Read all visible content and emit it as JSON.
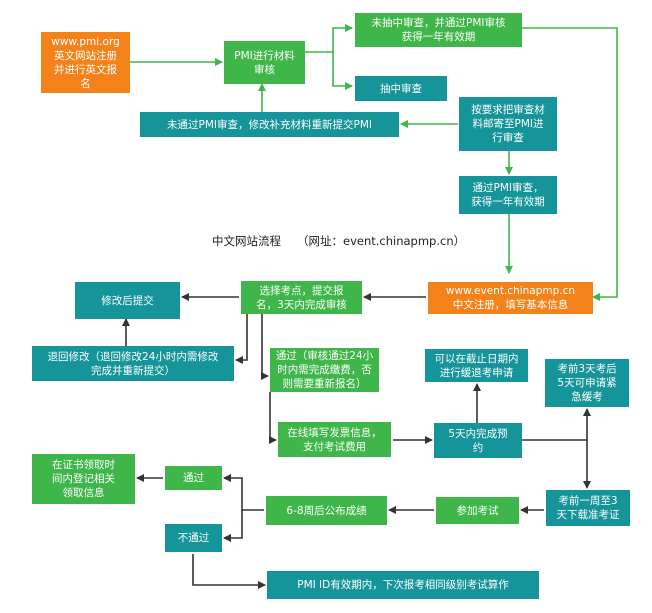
{
  "nodes": {
    "pmi_site": "www.pmi.org\n英文网站注册\n并进行英文报\n名",
    "pmi_review": "PMI进行材料\n审核",
    "not_audited": "未抽中审查，并通过PMI审核\n获得一年有效期",
    "audited": "抽中审查",
    "resubmit": "未通过PMI审查，修改补充材料重新提交PMI",
    "mail_materials": "按要求把审查材\n料邮寄至PMI进\n行审查",
    "passed_audit": "通过PMI审查，\n获得一年有效期",
    "cn_site": "www.event.chinapmp.cn\n中文注册，填写基本信息",
    "choose_site": "选择考点，提交报\n名，3天内完成审核",
    "modify_resubmit": "修改后提交",
    "returned": "退回修改（退回修改24小时内需修改\n完成并重新提交）",
    "pass_pay": "通过（审核通过24小\n时内需完成缴费，否\n则需要重新报名）",
    "invoice_pay": "在线填写发票信息，\n支付考试费用",
    "book_5days": "5天内完成预\n约",
    "defer": "可以在截止日期内\n进行缓退考申请",
    "urgent_defer": "考前3天考后\n5天可申请紧\n急缓考",
    "download_ticket": "考前一周至3\n天下载准考证",
    "take_exam": "参加考试",
    "results": "6-8周后公布成绩",
    "pass": "通过",
    "certificate": "在证书领取时\n间内登记相关\n领取信息",
    "fail": "不通过",
    "retake": "PMI ID有效期内，下次报考相同级别考试算作"
  },
  "caption": {
    "title": "中文网站流程",
    "url": "（网址：event.chinapmp.cn）"
  },
  "colors": {
    "orange": "#f3821a",
    "green": "#3fb649",
    "teal": "#15959a"
  }
}
